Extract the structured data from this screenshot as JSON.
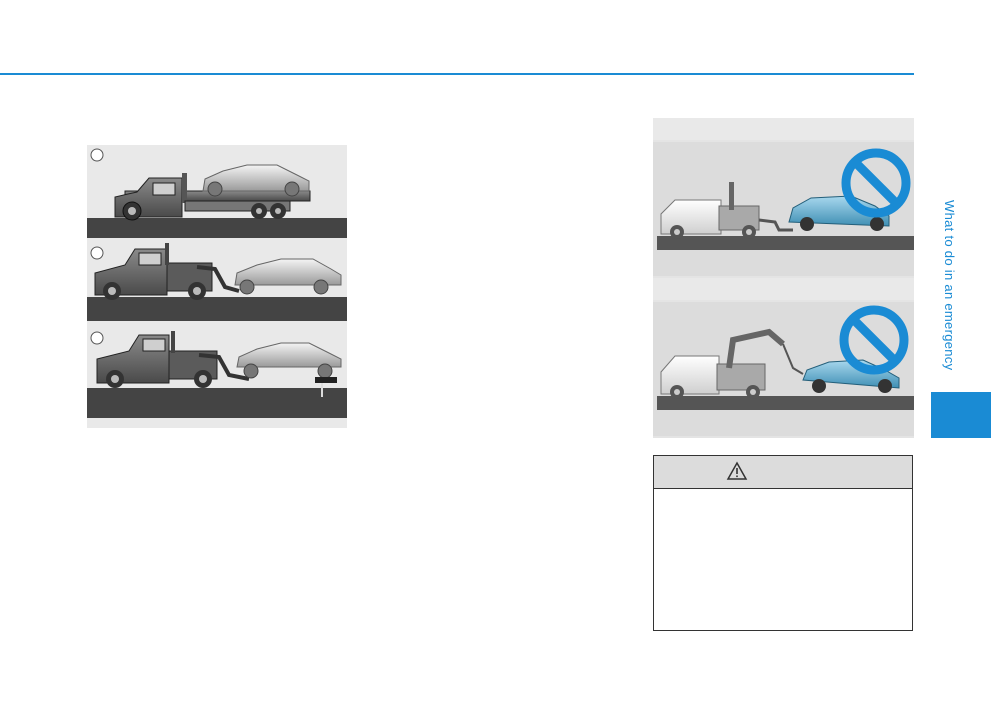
{
  "sidebar": {
    "section_label": "What to do in an emergency"
  },
  "figures": {
    "towing_methods": {
      "callouts": [
        "",
        "",
        ""
      ],
      "panels": [
        "flatbed-truck",
        "wheel-lift-front",
        "wheel-lift-with-dollies"
      ]
    },
    "prohibited_towing": {
      "panels": [
        "sling-type-tow-truck",
        "crane-hook-tow-truck"
      ],
      "prohibited_icon": "no-symbol-icon",
      "car_color": "#5aa7c9",
      "prohibit_color": "#1a8bd4"
    }
  },
  "warning": {
    "icon": "warning-triangle-icon",
    "body": ""
  },
  "colors": {
    "accent": "#1a8bd4"
  }
}
